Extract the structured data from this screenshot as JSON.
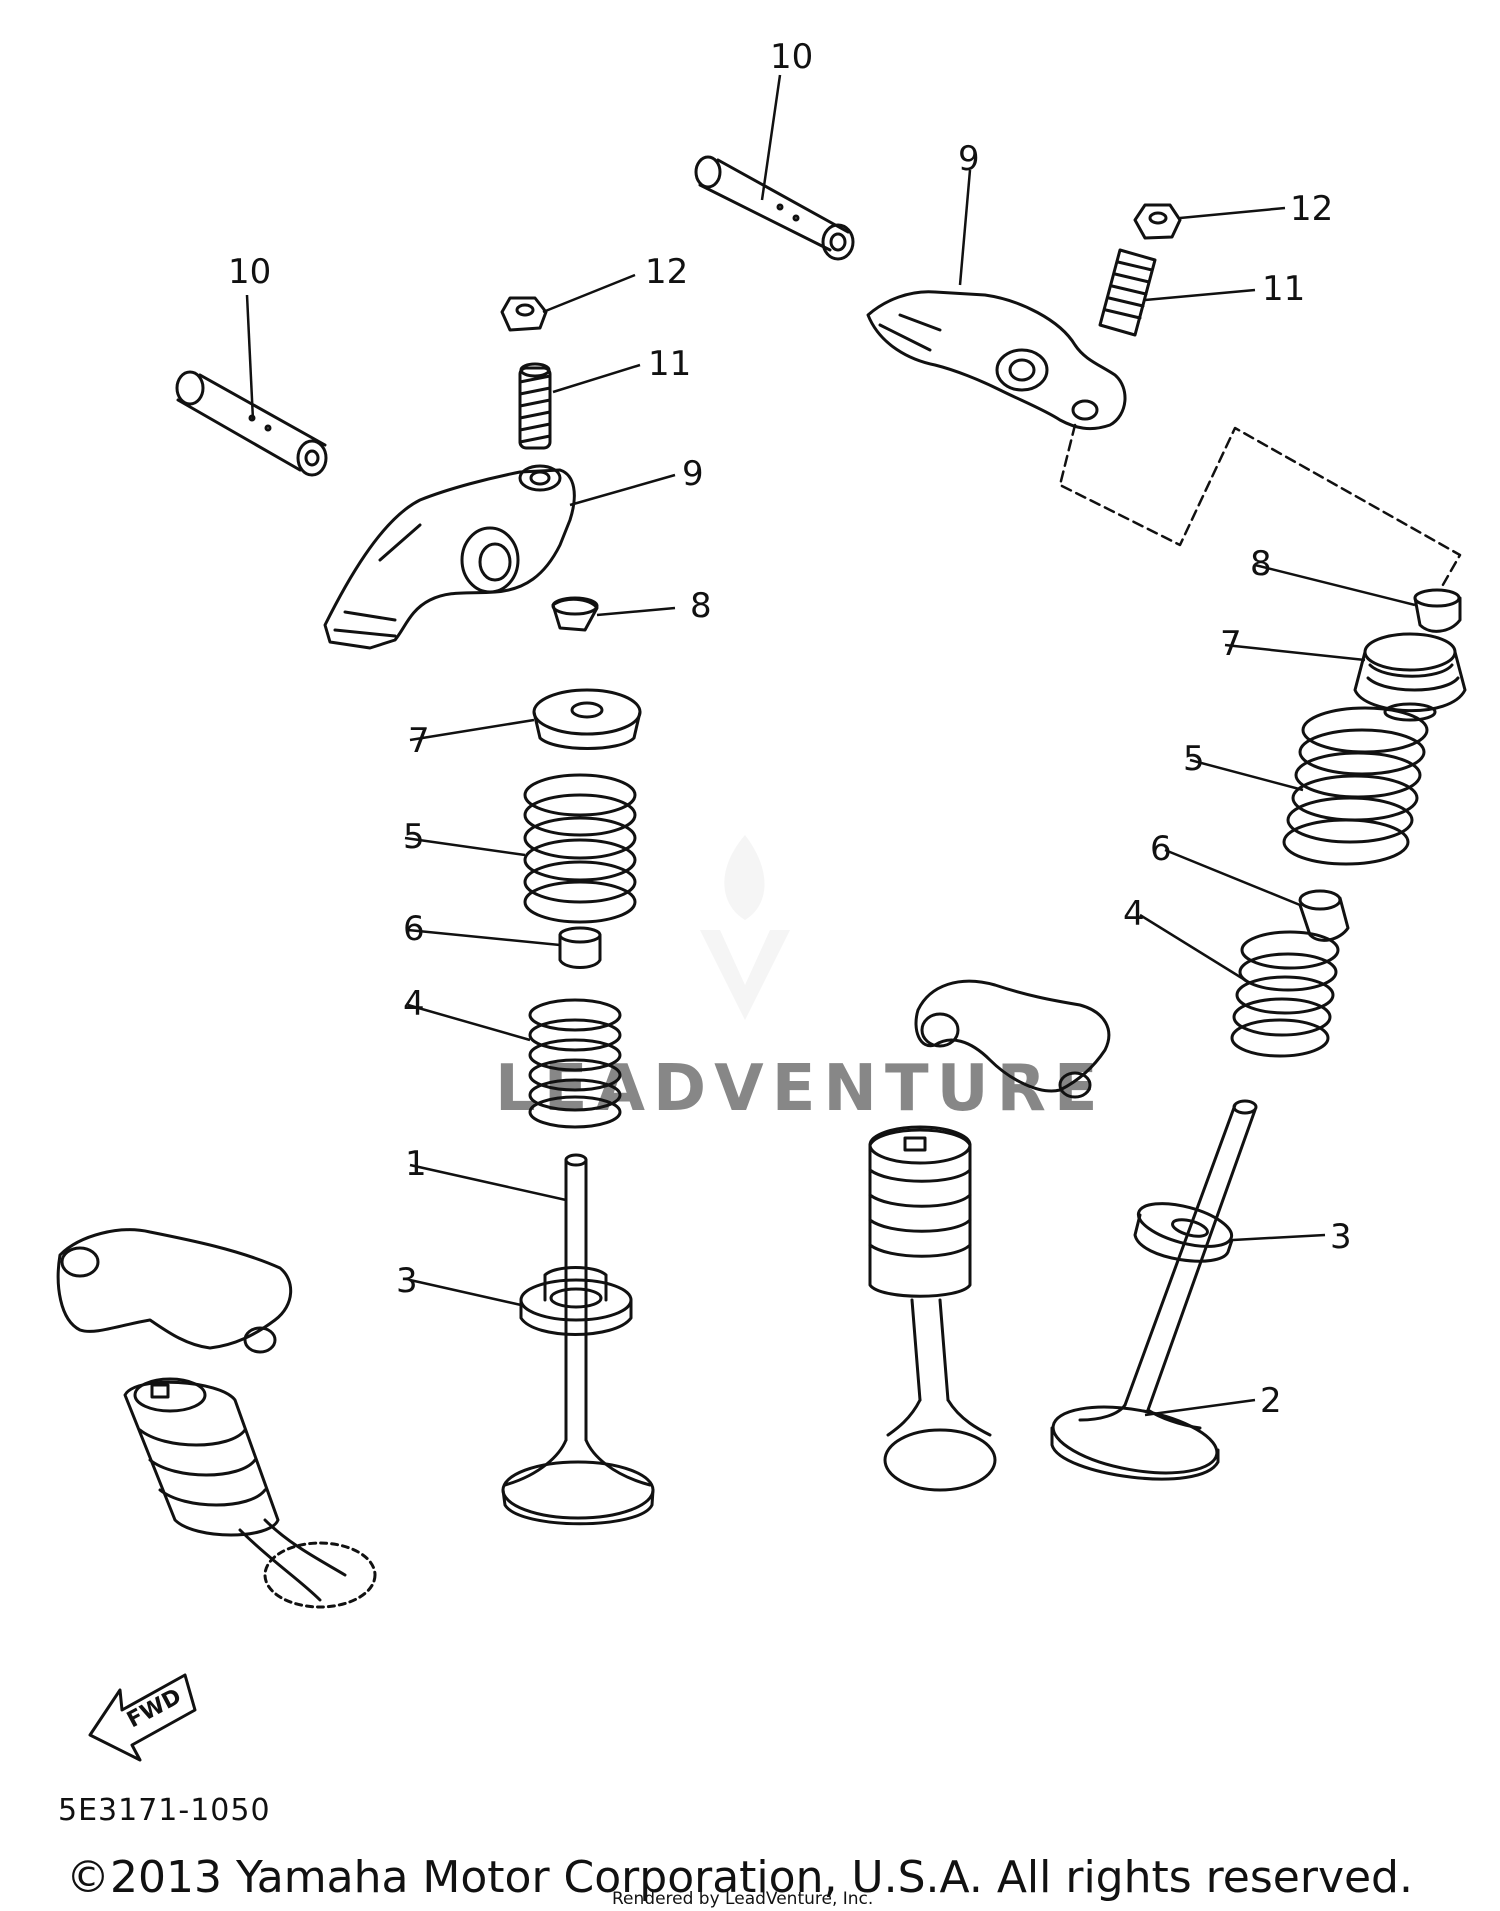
{
  "diagram": {
    "part_code": "5E3171-1050",
    "copyright": "©2013 Yamaha Motor Corporation, U.S.A. All rights reserved.",
    "rendered_by": "Rendered by LeadVenture, Inc.",
    "watermark": "LEADVENTURE",
    "fwd_label": "FWD",
    "callouts": {
      "c10a": "10",
      "c10b": "10",
      "c12a": "12",
      "c12b": "12",
      "c11a": "11",
      "c11b": "11",
      "c9a": "9",
      "c9b": "9",
      "c8a": "8",
      "c8b": "8",
      "c7a": "7",
      "c7b": "7",
      "c5a": "5",
      "c5b": "5",
      "c6a": "6",
      "c6b": "6",
      "c4a": "4",
      "c4b": "4",
      "c1": "1",
      "c3a": "3",
      "c3b": "3",
      "c2": "2"
    }
  }
}
